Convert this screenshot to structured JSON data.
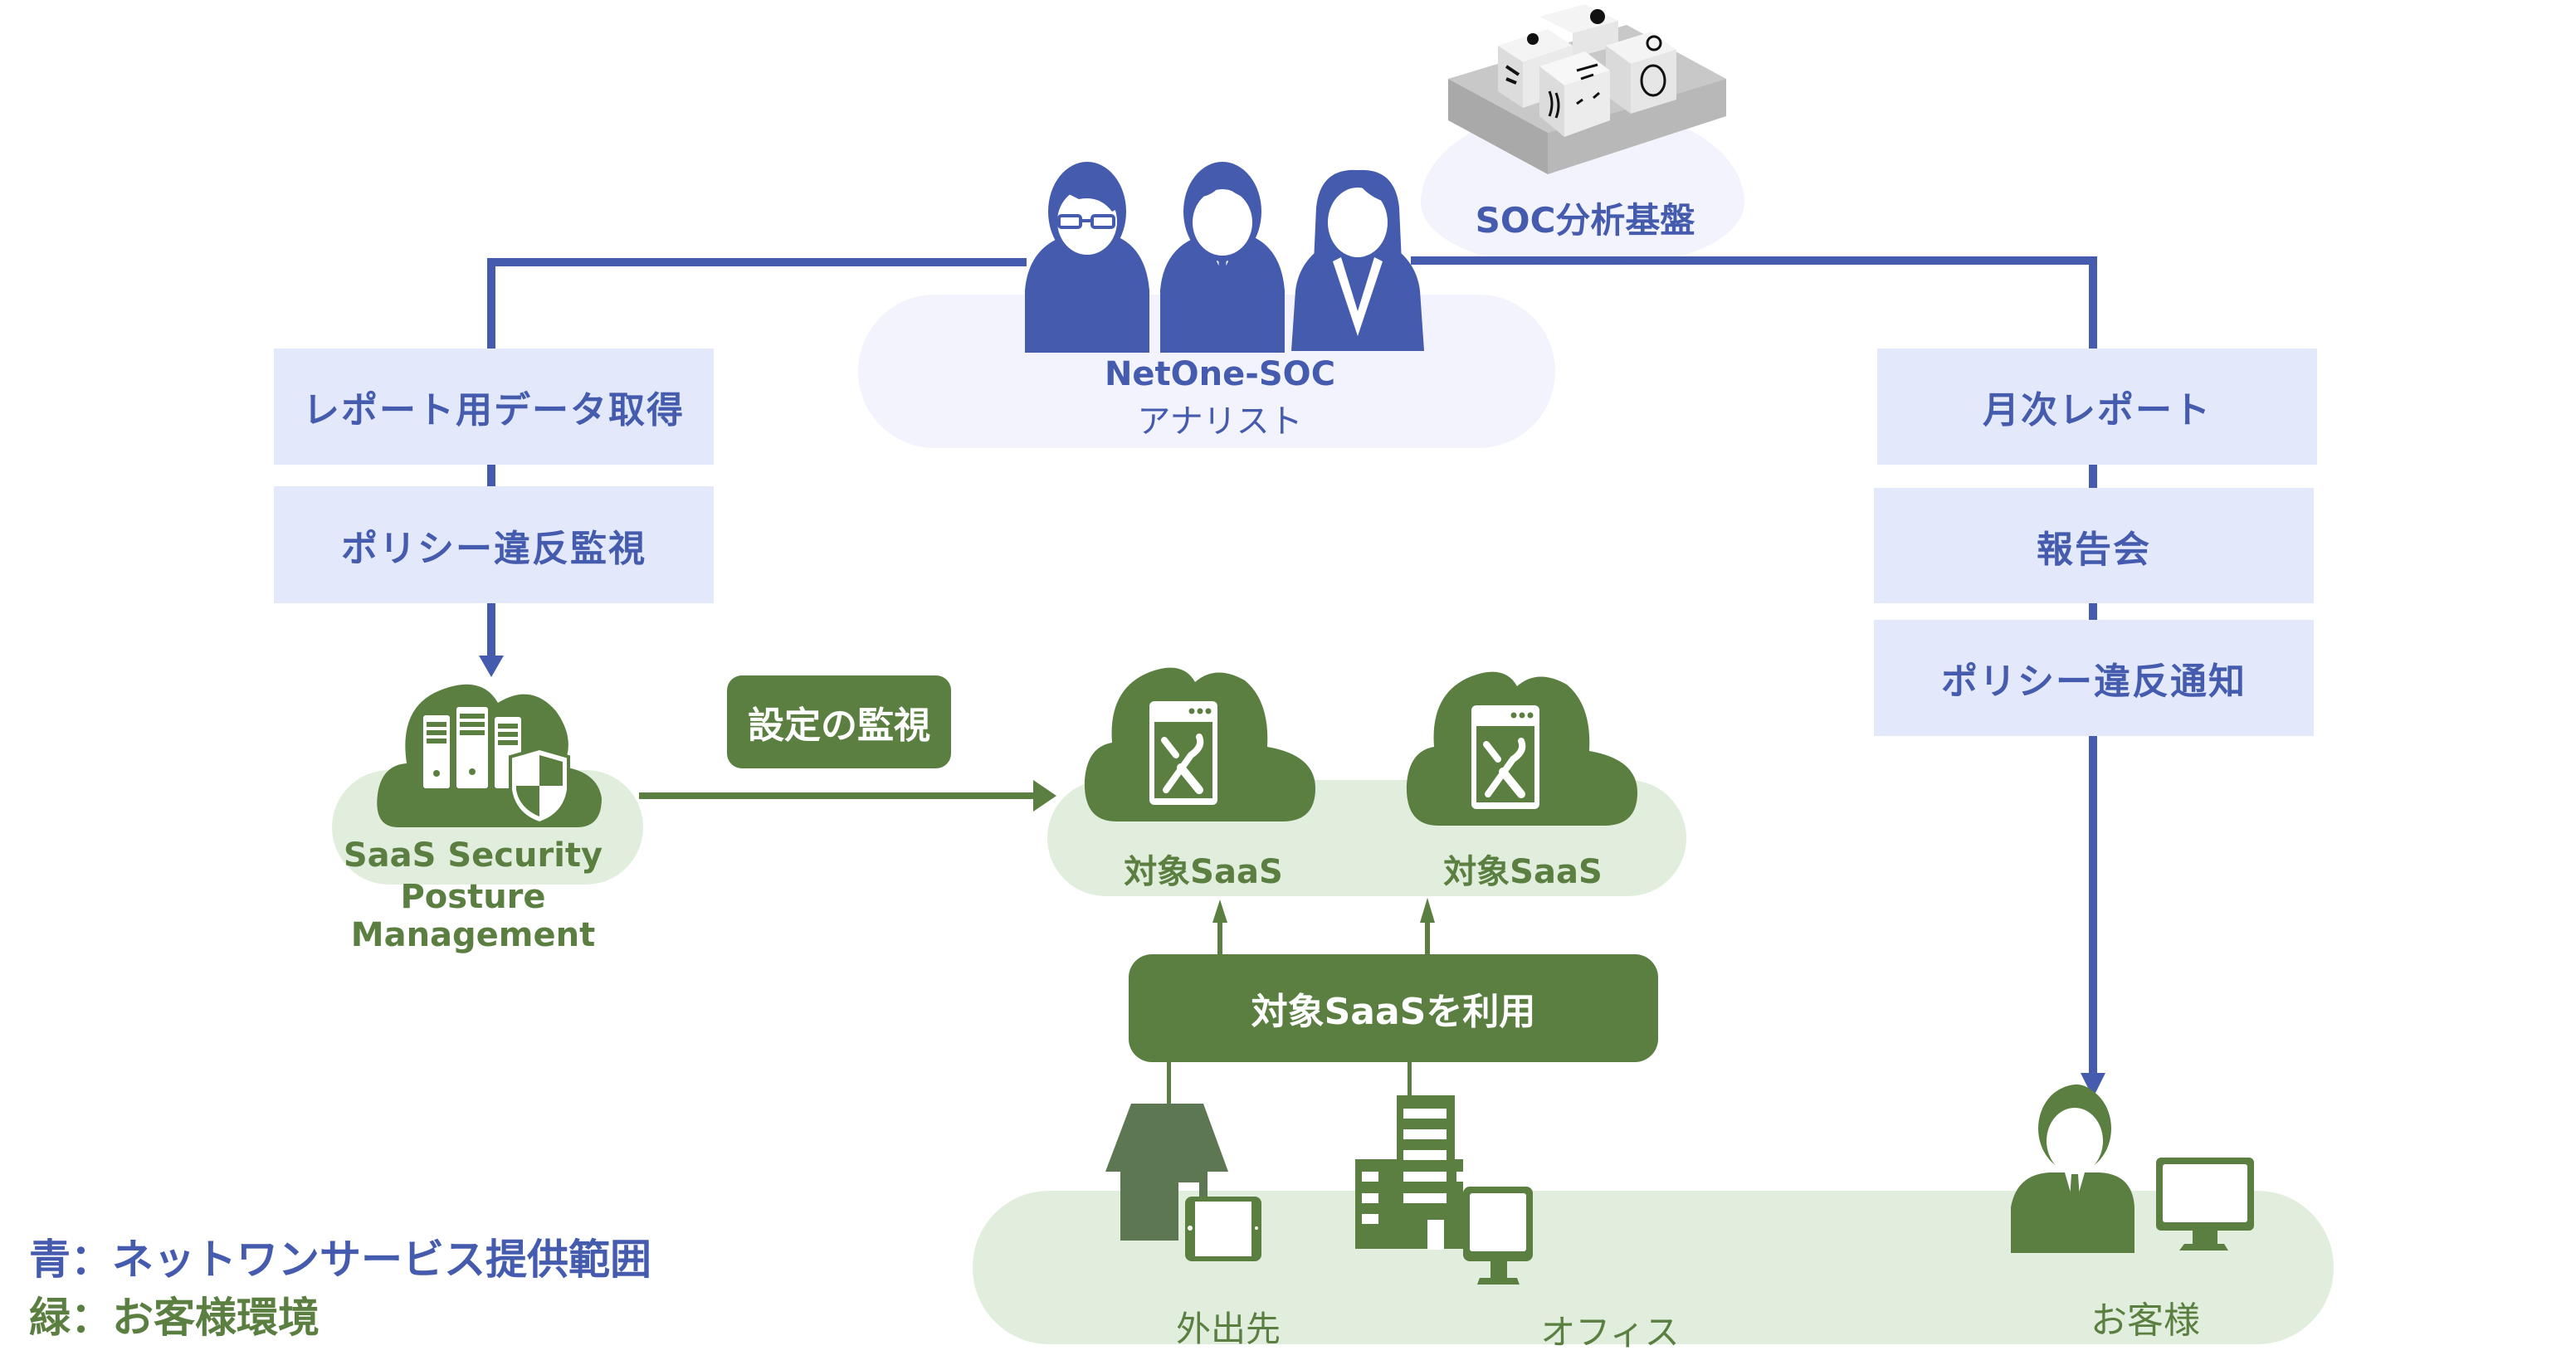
{
  "colors": {
    "netone_blue": "#445BAE",
    "blue_box": "#E3E9FA",
    "blue_cloud": "#F2F3FC",
    "customer_green": "#5A7F40",
    "green_cloud": "#E2EEDD"
  },
  "soc_platform": {
    "label": "SOC分析基盤",
    "icon": "soc-platform-cubes-icon"
  },
  "analysts": {
    "line1": "NetOne-SOC",
    "line2": "アナリスト",
    "icons": [
      "analyst-glasses-icon",
      "analyst-tie-icon",
      "analyst-female-icon"
    ]
  },
  "left_flow": {
    "steps": [
      "レポート用データ取得",
      "ポリシー違反監視"
    ]
  },
  "right_flow": {
    "steps": [
      "月次レポート",
      "報告会",
      "ポリシー違反通知"
    ]
  },
  "sspm": {
    "line1": "SaaS Security",
    "line2": "Posture Management",
    "icon": "cloud-server-shield-icon"
  },
  "monitor_label": "設定の監視",
  "target_saas": [
    {
      "label": "対象SaaS",
      "icon": "cloud-app-tools-icon"
    },
    {
      "label": "対象SaaS",
      "icon": "cloud-app-tools-icon"
    }
  ],
  "use_saas_label": "対象SaaSを利用",
  "locations": [
    {
      "label": "外出先",
      "icon": "house-tablet-icon"
    },
    {
      "label": "オフィス",
      "icon": "building-monitor-icon"
    }
  ],
  "customer": {
    "label": "お客様",
    "icon": "customer-monitor-icon"
  },
  "legend": {
    "blue": "青：ネットワンサービス提供範囲",
    "green": "緑：お客様環境"
  }
}
